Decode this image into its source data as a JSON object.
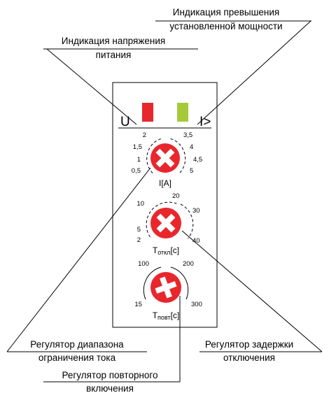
{
  "callouts": {
    "overload": [
      "Индикация превышения",
      "установленной мощности"
    ],
    "voltage": [
      "Индикация напряжения",
      "питания"
    ],
    "current_range": [
      "Регулятор диапазона",
      "ограничения тока"
    ],
    "off_delay": [
      "Регулятор задержки",
      "отключения"
    ],
    "reclose": [
      "Регулятор повторного",
      "включения"
    ]
  },
  "indicators": {
    "voltage_symbol": "U",
    "overload_symbol": "I>",
    "voltage_color": "#e8272d",
    "overload_color": "#a6c93a"
  },
  "knob_color": "#e8272d",
  "knobs": {
    "current": {
      "label": "I[A]",
      "left_ticks": [
        "2",
        "1,5",
        "1",
        "0,5"
      ],
      "right_ticks": [
        "3,5",
        "4",
        "4,5",
        "5"
      ]
    },
    "off_delay": {
      "label_main": "T",
      "label_sub": "откл",
      "label_unit": "[c]",
      "left_ticks": [
        "10",
        "5",
        "2"
      ],
      "right_ticks": [
        "20",
        "30",
        "40"
      ]
    },
    "reclose": {
      "label_main": "T",
      "label_sub": "повт",
      "label_unit": "[c]",
      "left_ticks": [
        "100",
        "15"
      ],
      "right_ticks": [
        "200",
        "300"
      ]
    }
  }
}
